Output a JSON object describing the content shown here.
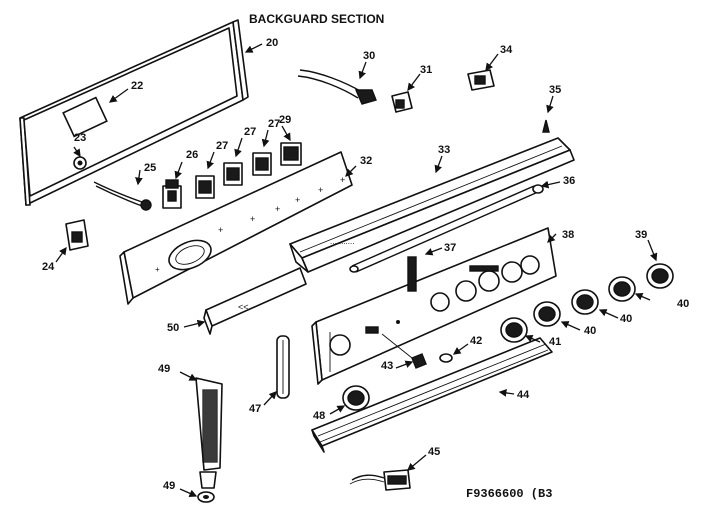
{
  "diagram": {
    "title": "BACKGUARD SECTION",
    "drawing_code": "F9366600 (B3",
    "callouts": [
      "20",
      "22",
      "23",
      "25",
      "26",
      "27",
      "27",
      "27",
      "29",
      "30",
      "31",
      "34",
      "35",
      "32",
      "33",
      "36",
      "24",
      "37",
      "38",
      "39",
      "40",
      "40",
      "40",
      "50",
      "41",
      "42",
      "43",
      "48",
      "47",
      "49",
      "44",
      "45",
      "49"
    ]
  }
}
